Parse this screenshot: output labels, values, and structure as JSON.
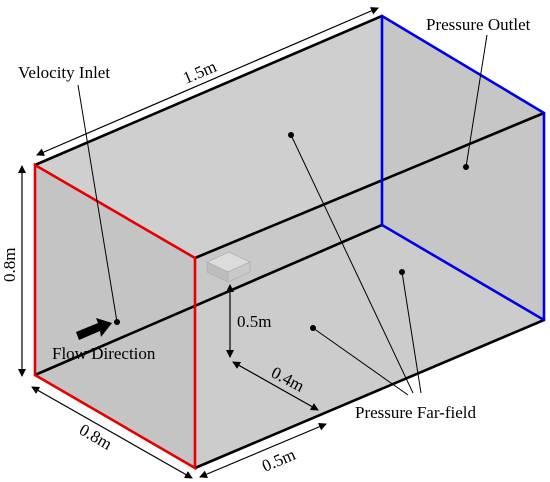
{
  "labels": {
    "velocity_inlet": "Velocity Inlet",
    "pressure_outlet": "Pressure Outlet",
    "pressure_farfield": "Pressure Far-field",
    "flow_direction": "Flow Direction"
  },
  "dimensions": {
    "length": "1.5m",
    "height": "0.8m",
    "width": "0.8m",
    "bottom_segment": "0.5m",
    "obstacle_height": "0.5m",
    "obstacle_offset": "0.4m"
  },
  "colors": {
    "inlet_edge": "#e60000",
    "outlet_edge": "#0000e6",
    "wall_edge": "#000000",
    "face_fill": "#c8c8c8"
  },
  "icons": {
    "flow_arrow": "arrow-right-icon"
  }
}
